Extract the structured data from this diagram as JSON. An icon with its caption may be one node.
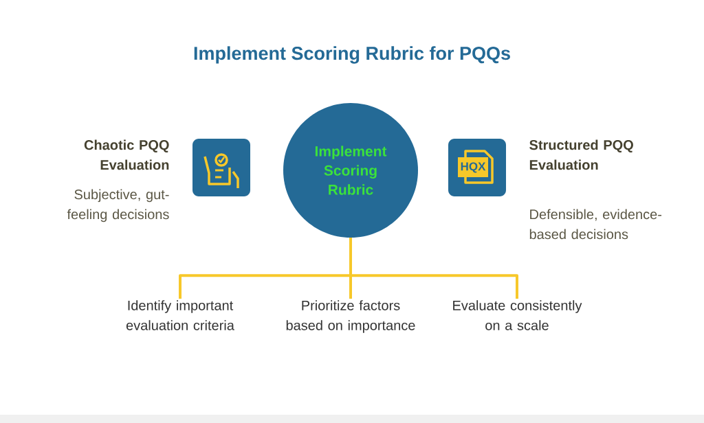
{
  "diagram": {
    "title": "Implement Scoring Rubric for PQQs",
    "nodes": [
      {
        "text": [
          "Implement Scoring Rubric"
        ]
      },
      {
        "text": [
          "Identify important evaluation criteria"
        ]
      },
      {
        "text": [
          "Prioritize factors based on importance"
        ]
      },
      {
        "text": [
          "Evaluate consistently on a scale"
        ]
      }
    ],
    "edges": [
      {
        "from": 0,
        "to": 1,
        "arrow": "none"
      },
      {
        "from": 0,
        "to": 2,
        "arrow": "none"
      },
      {
        "from": 0,
        "to": 3,
        "arrow": "none"
      }
    ],
    "labels": [
      "Chaotic PQQ Evaluation",
      "Subjective, gut-feeling decisions",
      "HQX",
      "Structured PQQ Evaluation",
      "Defensible, evidence-based decisions"
    ]
  }
}
